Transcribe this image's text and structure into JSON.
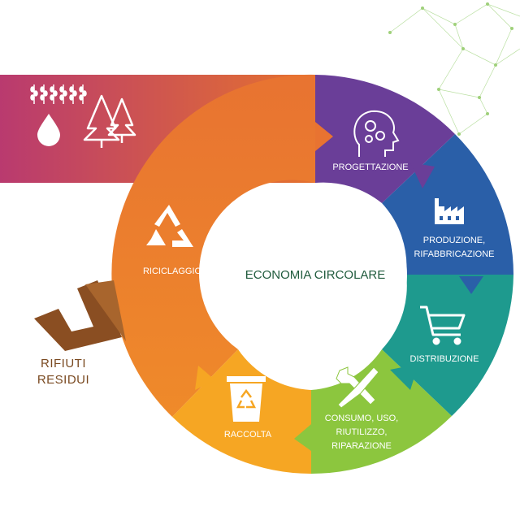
{
  "center": {
    "title": "ECONOMIA CIRCOLARE"
  },
  "stages": [
    {
      "id": "progettazione",
      "lines": [
        "PROGETTAZIONE"
      ],
      "color": "#6a3e98",
      "icon": "head-gears-icon"
    },
    {
      "id": "produzione",
      "lines": [
        "PRODUZIONE,",
        "RIFABBRICAZIONE"
      ],
      "color": "#2a5fa8",
      "icon": "factory-icon"
    },
    {
      "id": "distribuzione",
      "lines": [
        "DISTRIBUZIONE"
      ],
      "color": "#1e9a8e",
      "icon": "shopping-cart-icon"
    },
    {
      "id": "consumo",
      "lines": [
        "CONSUMO, USO,",
        "RIUTILIZZO,",
        "RIPARAZIONE"
      ],
      "color": "#8cc63e",
      "icon": "wrench-screwdriver-icon"
    },
    {
      "id": "raccolta",
      "lines": [
        "RACCOLTA"
      ],
      "color": "#f6a623",
      "icon": "recycle-bin-icon"
    },
    {
      "id": "riciclaggio",
      "lines": [
        "RICICLAGGIO"
      ],
      "color": "#ea7a2e",
      "icon": "recycle-arrows-icon"
    }
  ],
  "inputs": {
    "colors": [
      "#b93a6f",
      "#e5722e"
    ],
    "icons": [
      "wheat-icon",
      "water-drop-icon",
      "trees-icon"
    ]
  },
  "residue": {
    "lines": [
      "RIFIUTI",
      "RESIDUI"
    ],
    "color": "#8a4e22",
    "icon": "down-arrow-icon"
  }
}
